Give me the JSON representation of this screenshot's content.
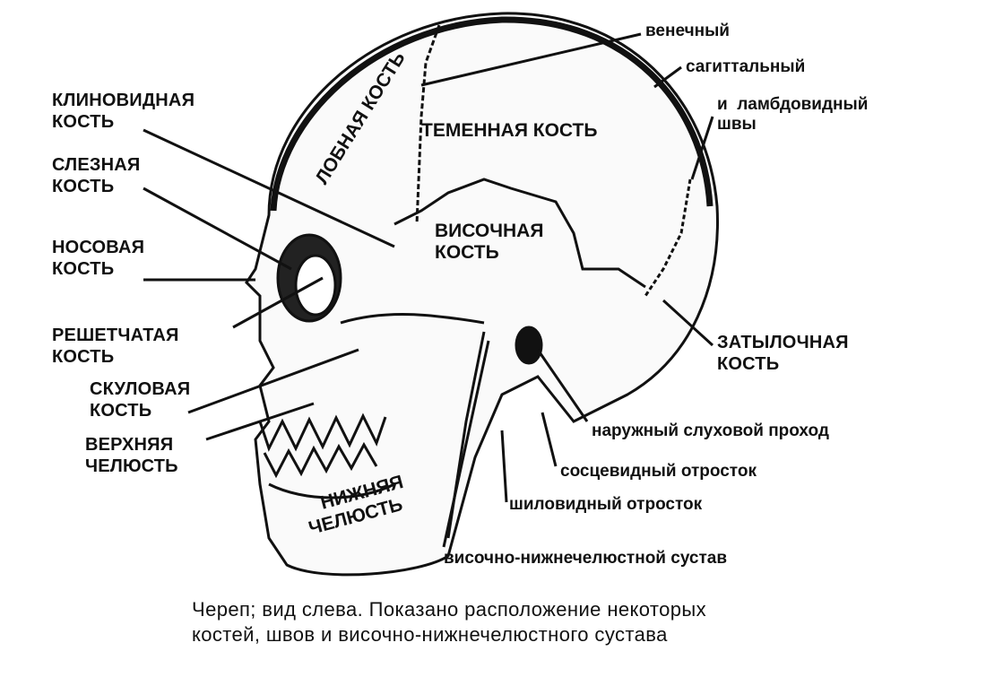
{
  "labels_left": {
    "sphenoid": [
      "КЛИНОВИДНАЯ",
      "КОСТЬ"
    ],
    "lacrimal": [
      "СЛЕЗНАЯ",
      "КОСТЬ"
    ],
    "nasal": [
      "НОСОВАЯ",
      "КОСТЬ"
    ],
    "ethmoid": [
      "РЕШЕТЧАТАЯ",
      "КОСТЬ"
    ],
    "zygomatic": [
      "СКУЛОВАЯ",
      "КОСТЬ"
    ],
    "maxilla": [
      "ВЕРХНЯЯ",
      "ЧЕЛЮСТЬ"
    ]
  },
  "labels_inside": {
    "frontal": "ЛОБНАЯ КОСТЬ",
    "parietal": "ТЕМЕННАЯ КОСТЬ",
    "temporal": [
      "ВИСОЧНАЯ",
      "КОСТЬ"
    ],
    "mandible": [
      "НИЖНЯЯ",
      "ЧЕЛЮСТЬ"
    ]
  },
  "labels_right": {
    "coronal": "венечный",
    "sagittal": "сагиттальный",
    "lambdoid": [
      "и  ламбдовидный",
      "швы"
    ],
    "occipital": [
      "ЗАТЫЛОЧНАЯ",
      "КОСТЬ"
    ],
    "ear_canal": "наружный слуховой проход",
    "mastoid": "сосцевидный отросток",
    "styloid": "шиловидный отросток",
    "tmj": "височно-нижнечелюстной сустав"
  },
  "caption": [
    "Череп; вид слева. Показано расположение некоторых",
    "костей, швов и височно-нижнечелюстного сустава"
  ]
}
